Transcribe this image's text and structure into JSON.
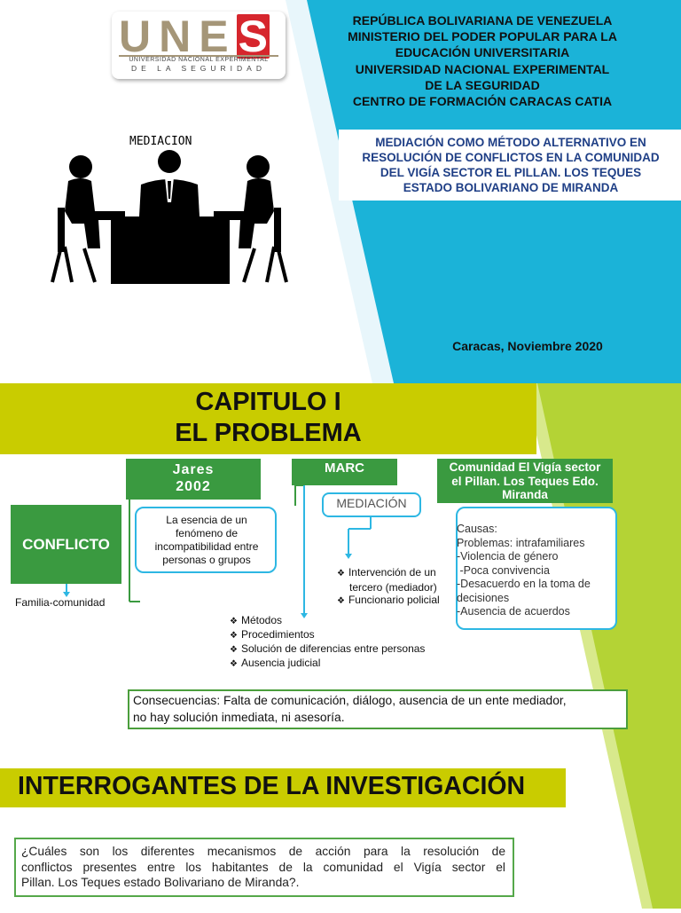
{
  "header": {
    "logo": {
      "wordmark_main": "UNE",
      "wordmark_s": "S",
      "subtitle_1": "UNIVERSIDAD NACIONAL EXPERIMENTAL",
      "subtitle_2": "DE LA SEGURIDAD"
    },
    "institution_lines": [
      "REPÚBLICA BOLIVARIANA DE VENEZUELA",
      "MINISTERIO DEL PODER POPULAR PARA LA",
      "EDUCACIÓN UNIVERSITARIA",
      "UNIVERSIDAD NACIONAL EXPERIMENTAL",
      "DE LA SEGURIDAD",
      "CENTRO DE FORMACIÓN CARACAS CATIA"
    ],
    "project_title_lines": [
      "MEDIACIÓN COMO MÉTODO ALTERNATIVO EN",
      "RESOLUCIÓN DE CONFLICTOS EN LA COMUNIDAD",
      "DEL VIGÍA SECTOR EL PILLAN. LOS TEQUES",
      "ESTADO BOLIVARIANO DE MIRANDA"
    ],
    "date": "Caracas, Noviembre 2020",
    "illustration_label": "MEDIACION"
  },
  "chapter": {
    "line1": "CAPITULO I",
    "line2": "EL PROBLEMA"
  },
  "diagram": {
    "conflicto": "CONFLICTO",
    "familia": "Familia-comunidad",
    "jares_line1": "Jares",
    "jares_line2": "2002",
    "esencia_lines": [
      "La esencia de un",
      "fenómeno de",
      "incompatibilidad entre",
      "personas o grupos"
    ],
    "marc": "MARC",
    "mediacion": "MEDIACIÓN",
    "mediacion_bullets": [
      "Intervención de un",
      "tercero (mediador)",
      "Funcionario policial"
    ],
    "marc_bullets": [
      "Métodos",
      "Procedimientos",
      "Solución de diferencias  entre personas",
      "Ausencia judicial"
    ],
    "comunidad_lines": [
      "Comunidad El Vigía sector",
      "el Pillan. Los Teques Edo.",
      "Miranda"
    ],
    "causas_lines": [
      "Causas:",
      "Problemas: intrafamiliares",
      "-Violencia de género",
      " -Poca convivencia",
      "-Desacuerdo en la toma de",
      "decisiones",
      "-Ausencia de acuerdos"
    ],
    "consecuencias_lines": [
      "Consecuencias: Falta de comunicación, diálogo, ausencia de un ente mediador,",
      "no hay solución inmediata, ni asesoría."
    ]
  },
  "questions": {
    "title": "INTERROGANTES DE LA INVESTIGACIÓN",
    "question_lines": [
      "¿Cuáles son los diferentes mecanismos de acción para la resolución de",
      "conflictos presentes entre los habitantes de  la comunidad el Vigía sector el",
      "Pillan. Los Teques estado Bolivariano de Miranda?."
    ]
  },
  "colors": {
    "cyan": "#1bb3d8",
    "olive_banner": "#c9cc00",
    "lime": "#b4d335",
    "green_box": "#3a9a40",
    "blue_border": "#2db7e3",
    "navy_text": "#1f3f86",
    "logo_gray": "#a59678",
    "logo_red": "#d6262d"
  },
  "icons": [
    "mediation-meeting-icon",
    "diamond-bullet-icon",
    "arrow-down-icon"
  ]
}
